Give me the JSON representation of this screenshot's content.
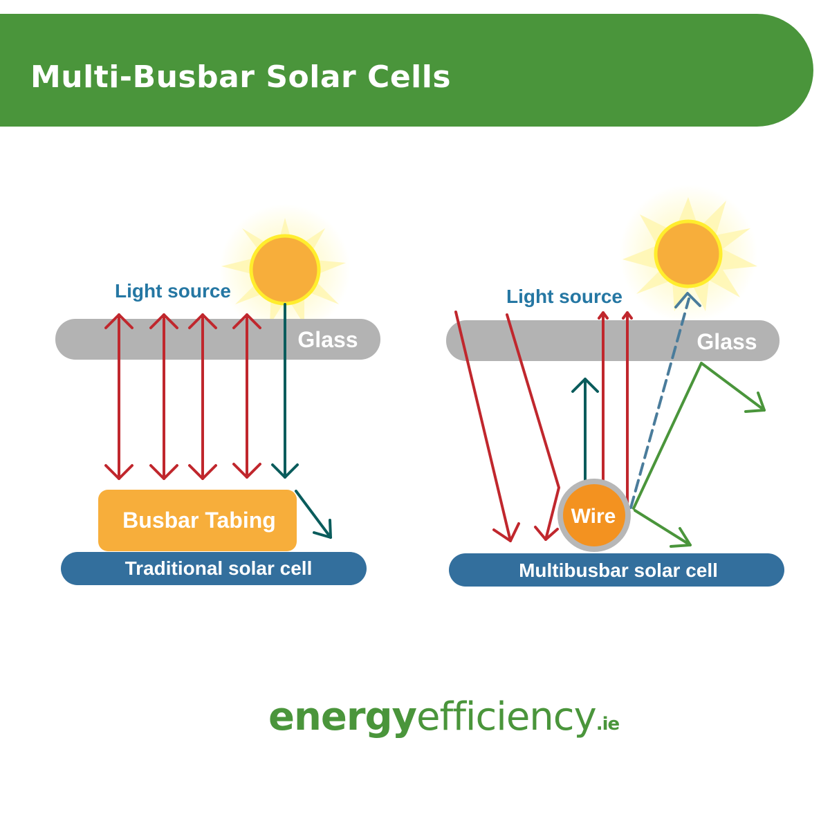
{
  "title": "Multi-Busbar Solar Cells",
  "colors": {
    "header_green": "#4a953b",
    "glass_gray": "#b3b3b3",
    "cell_blue": "#336f9d",
    "busbar_orange": "#f7ae3b",
    "wire_orange": "#f39220",
    "sun_orange": "#f7ae3b",
    "sun_ring": "#ffed2d",
    "arrow_red": "#c0272d",
    "arrow_teal": "#0a5c5c",
    "arrow_green": "#4a953b",
    "dashed_blue": "#4a7c9b",
    "label_blue": "#2577a3"
  },
  "left_panel": {
    "light_source": "Light source",
    "glass": "Glass",
    "busbar": "Busbar Tabing",
    "cell": "Traditional solar cell"
  },
  "right_panel": {
    "light_source": "Light source",
    "glass": "Glass",
    "wire": "Wire",
    "cell": "Multibusbar solar cell"
  },
  "logo": {
    "part1": "energy",
    "part2": "efficiency",
    "part3": ".ie"
  }
}
